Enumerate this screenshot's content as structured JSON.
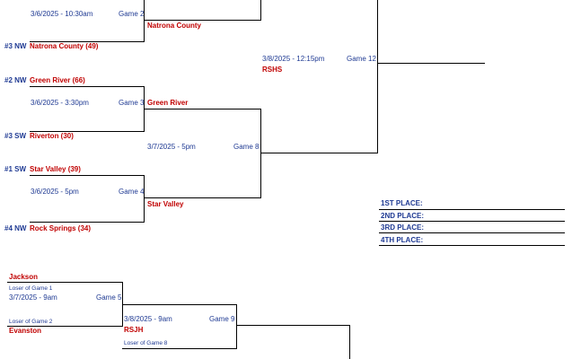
{
  "games": {
    "g2": {
      "date": "3/6/2025 - 10:30am",
      "label": "Game 2",
      "winner": "Natrona County"
    },
    "g3": {
      "date": "3/6/2025 - 3:30pm",
      "label": "Game 3",
      "winner": "Green River"
    },
    "g4": {
      "date": "3/6/2025 - 5pm",
      "label": "Game 4",
      "winner": "Star Valley"
    },
    "g8": {
      "date": "3/7/2025 - 5pm",
      "label": "Game 8"
    },
    "g12": {
      "date": "3/8/2025 - 12:15pm",
      "label": "Game 12",
      "venue": "RSHS"
    },
    "g5": {
      "date": "3/7/2025 - 9am",
      "label": "Game 5",
      "top_note": "Loser of Game 1",
      "bottom_note": "Loser of Game 2",
      "top_team": "Jackson",
      "bottom_team": "Evanston"
    },
    "g9": {
      "date": "3/8/2025 - 9am",
      "label": "Game 9",
      "venue": "RSJH",
      "note": "Loser of Game 8"
    }
  },
  "teams": {
    "t1": {
      "seed": "#3 NW",
      "name": "Natrona County (49)"
    },
    "t2": {
      "seed": "#2 NW",
      "name": "Green River (66)"
    },
    "t3": {
      "seed": "#3 SW",
      "name": "Riverton (30)"
    },
    "t4": {
      "seed": "#1 SW",
      "name": "Star Valley (39)"
    },
    "t5": {
      "seed": "#4 NW",
      "name": "Rock Springs (34)"
    }
  },
  "places": {
    "first": "1ST PLACE:",
    "second": "2ND PLACE:",
    "third": "3RD PLACE:",
    "fourth": "4TH PLACE:"
  }
}
